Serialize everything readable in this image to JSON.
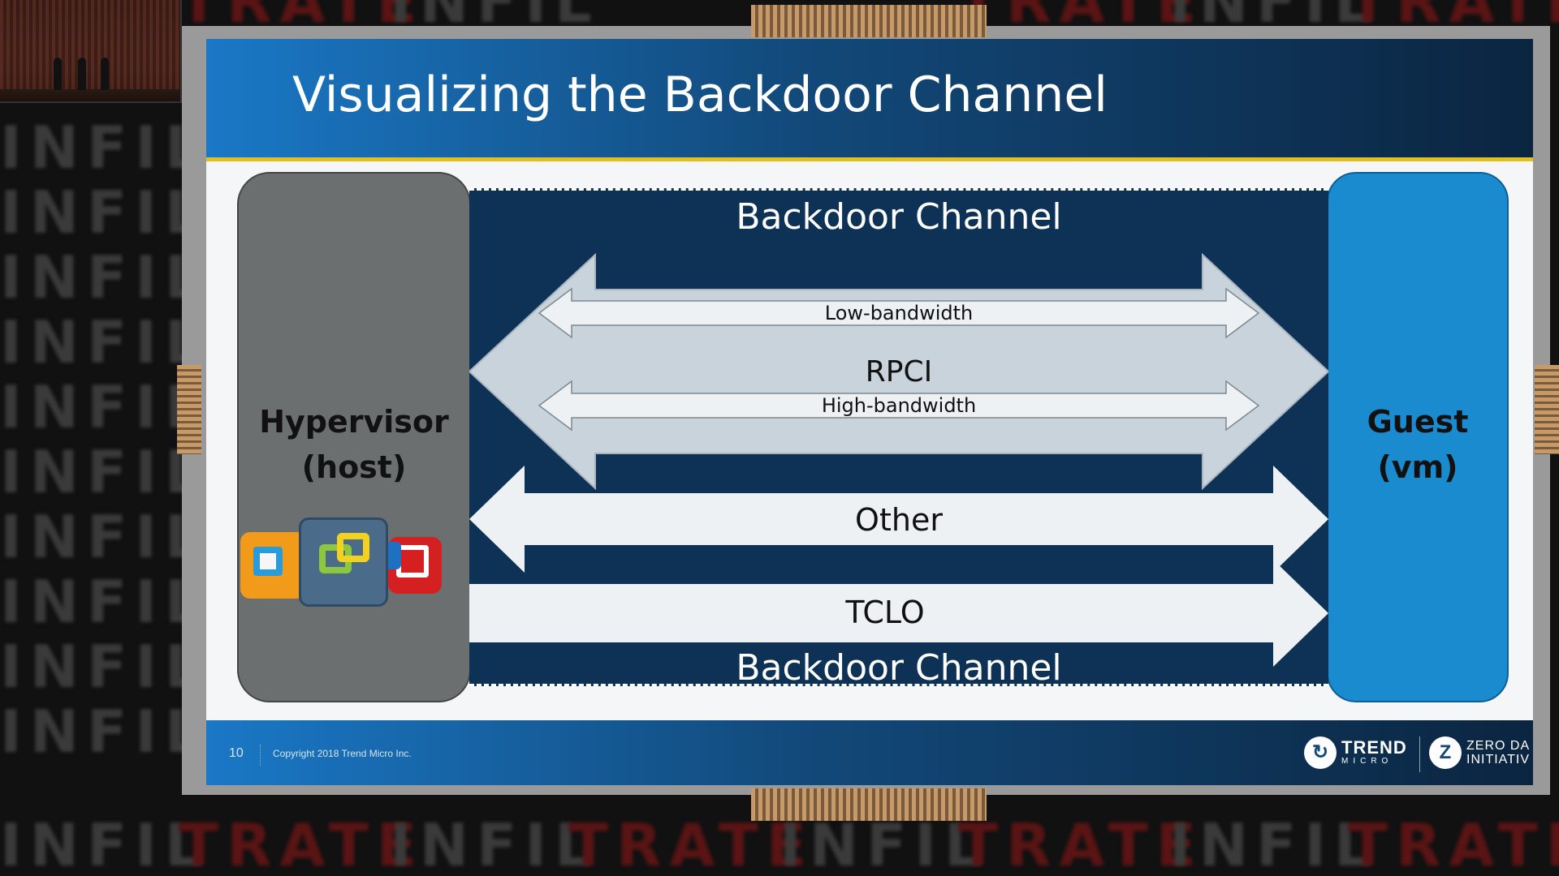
{
  "slide": {
    "title": "Visualizing the Backdoor Channel",
    "page_number": "10",
    "copyright": "Copyright 2018 Trend Micro Inc."
  },
  "diagram": {
    "host_label_line1": "Hypervisor",
    "host_label_line2": "(host)",
    "guest_label_line1": "Guest",
    "guest_label_line2": "(vm)",
    "channel_top_label": "Backdoor Channel",
    "channel_bottom_label": "Backdoor Channel",
    "rpci_label": "RPCI",
    "low_bandwidth_label": "Low-bandwidth",
    "high_bandwidth_label": "High-bandwidth",
    "other_label": "Other",
    "tclo_label": "TCLO"
  },
  "logos": {
    "trend_line1": "TREND",
    "trend_line2": "MICRO",
    "zdi_line1": "ZERO DA",
    "zdi_line2": "INITIATIV"
  },
  "background_text": {
    "word_a": "INFIL",
    "word_b": "TRATE"
  },
  "colors": {
    "header_blue": "#1a78c6",
    "channel_navy": "#0e3256",
    "host_gray": "#6b6f70",
    "guest_blue": "#1b8bd0",
    "accent_yellow": "#e0c020"
  }
}
